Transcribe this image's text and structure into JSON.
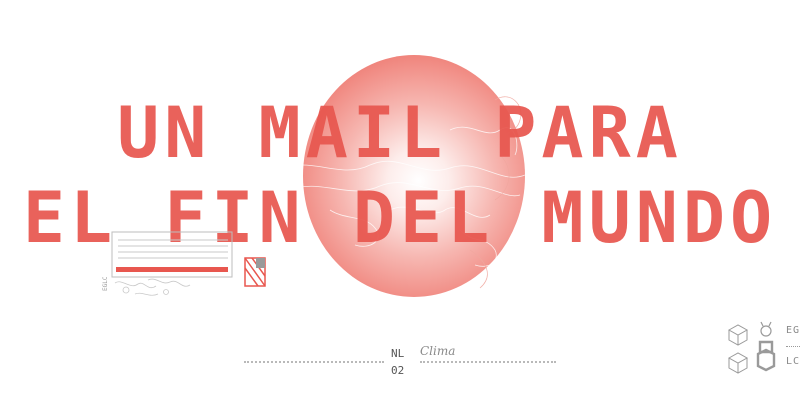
{
  "headline": {
    "line1": "UN MAIL PARA",
    "line2": "EL FIN DEL MUNDO"
  },
  "widget": {
    "side_label": "EGLC"
  },
  "footer": {
    "nl_label": "NL",
    "nl_number": "02",
    "topic": "Clima"
  },
  "brand": {
    "top_text": "EG",
    "bottom_text": "LC",
    "icons": [
      "box-icon",
      "robot-icon",
      "cube-icon",
      "figure-eight-icon"
    ]
  },
  "colors": {
    "accent": "#e8574f",
    "sun_edge": "#ea6259",
    "muted_text": "#8a8a8a"
  }
}
